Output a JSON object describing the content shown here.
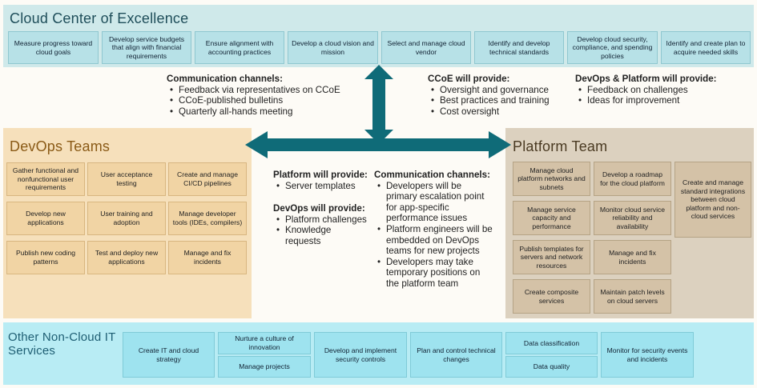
{
  "ccoe": {
    "title": "Cloud Center of Excellence",
    "boxes": [
      "Measure progress toward cloud goals",
      "Develop service budgets that align with financial requirements",
      "Ensure alignment with accounting practices",
      "Develop a cloud vision and mission",
      "Select and manage cloud vendor",
      "Identify and develop technical standards",
      "Develop cloud security, compliance, and spending policies",
      "Identify and create plan to acquire needed skills"
    ]
  },
  "devops": {
    "title": "DevOps Teams",
    "boxes": [
      "Gather functional and nonfunctional user requirements",
      "User acceptance testing",
      "Create and manage CI/CD pipelines",
      "Develop new applications",
      "User training and adoption",
      "Manage developer tools (IDEs, compilers)",
      "Publish new coding patterns",
      "Test and deploy new applications",
      "Manage and fix incidents"
    ]
  },
  "platform": {
    "title": "Platform Team",
    "boxes": [
      "Manage cloud platform networks and subnets",
      "Develop a roadmap for the cloud platform",
      "Manage service capacity and performance",
      "Monitor cloud service reliability and availability",
      "Publish templates for servers and network resources",
      "Manage and fix incidents",
      "Create composite services",
      "Maintain patch levels on cloud servers",
      "Create and manage standard integrations between cloud platform and non-cloud services"
    ]
  },
  "other": {
    "title": "Other Non-Cloud IT Services",
    "boxes": [
      "Create IT and cloud strategy",
      "Nurture a culture of innovation",
      "Manage projects",
      "Develop and implement security controls",
      "Plan and control technical changes",
      "Data classification",
      "Data quality",
      "Monitor for security events and incidents"
    ]
  },
  "notes": {
    "comm_top": {
      "header": "Communication channels:",
      "items": [
        "Feedback via representatives on CCoE",
        "CCoE-published bulletins",
        "Quarterly all-hands meeting"
      ]
    },
    "ccoe_provide": {
      "header": "CCoE will provide:",
      "items": [
        "Oversight and governance",
        "Best practices and training",
        "Cost oversight"
      ]
    },
    "devops_platform_provide": {
      "header": "DevOps & Platform will provide:",
      "items": [
        "Feedback on challenges",
        "Ideas for improvement"
      ]
    },
    "platform_provide": {
      "header": "Platform will provide:",
      "items": [
        "Server templates"
      ]
    },
    "devops_provide": {
      "header": "DevOps will provide:",
      "items": [
        "Platform challenges",
        "Knowledge requests"
      ]
    },
    "comm_middle": {
      "header": "Communication channels:",
      "items": [
        "Developers will be primary escalation point for app-specific performance issues",
        "Platform engineers will be embedded on DevOps teams for new projects",
        "Developers may take temporary positions on the platform team"
      ]
    }
  },
  "colors": {
    "ccoe_band": "#cfe9ea",
    "devops_band": "#f6e0bb",
    "platform_band": "#dcd1bf",
    "other_band": "#b8ecf4",
    "arrow": "#0f6b78"
  }
}
